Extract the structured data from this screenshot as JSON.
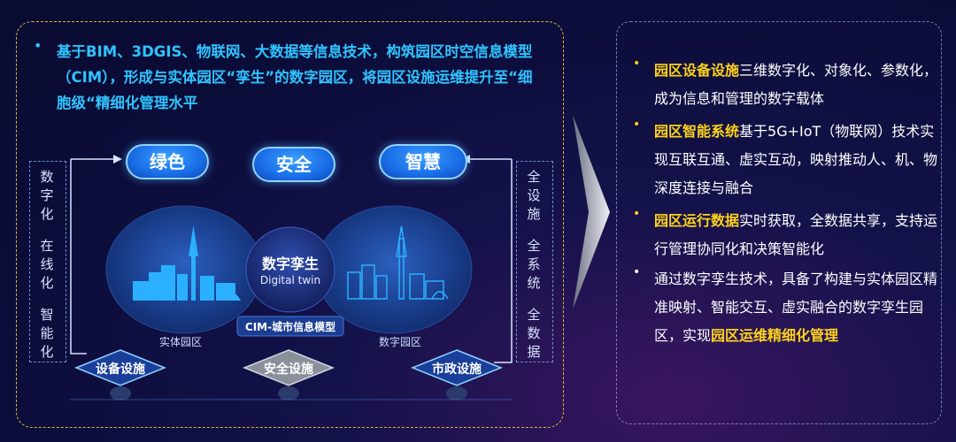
{
  "left": {
    "intro": "基于BIM、3DGIS、物联网、大数据等信息技术，构筑园区时空信息模型（CIM），形成与实体园区“孪生”的数字园区，将园区设施运维提升至“细胞级“精细化管理水平",
    "pills": [
      "绿色",
      "安全",
      "智慧"
    ],
    "left_side_text": [
      "数字化",
      "在线化",
      "智能化"
    ],
    "right_side_text": [
      "全设施",
      "全系统",
      "全数据"
    ],
    "center_title": "数字孪生",
    "center_subtitle": "Digital twin",
    "cim_label": "CIM-城市信息模型",
    "physical_label": "实体园区",
    "digital_label": "数字园区",
    "bottom_items": [
      "设备设施",
      "安全设施",
      "市政设施"
    ]
  },
  "right": {
    "bullets": [
      {
        "highlight": "园区设备设施",
        "text": "三维数字化、对象化、参数化，成为信息和管理的数字载体",
        "dot": "yellow"
      },
      {
        "highlight": "园区智能系统",
        "text": "基于5G+IoT（物联网）技术实现互联互通、虚实互动，映射推动人、机、物深度连接与融合",
        "dot": "yellow"
      },
      {
        "highlight": "园区运行数据",
        "text": "实时获取，全数据共享，支持运行管理协同化和决策智能化",
        "dot": "yellow"
      },
      {
        "lead": "通过数字孪生技术，具备了构建与实体园区精准映射、智能交互、虚实融合的数字孪生园区，实现",
        "highlight": "园区运维精细化管理",
        "dot": "white"
      }
    ]
  },
  "colors": {
    "accent_yellow": "#ffd21a",
    "accent_blue": "#2fc3ff",
    "panel_border": "#e4b63a"
  }
}
